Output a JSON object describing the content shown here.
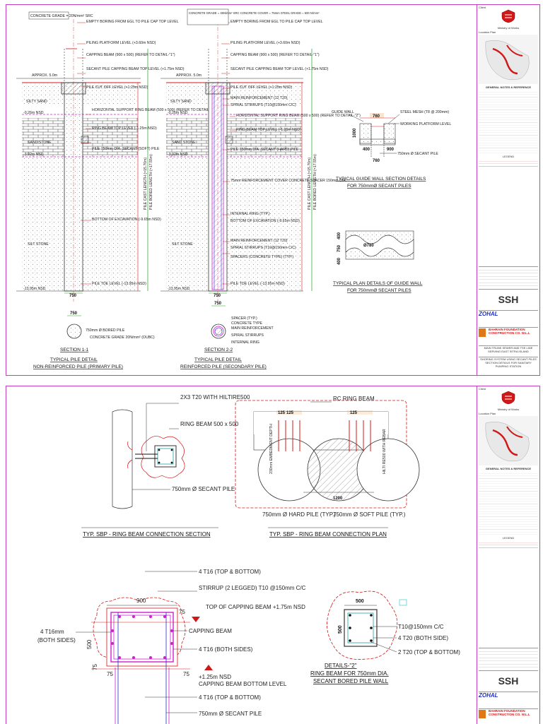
{
  "sheet1": {
    "sec11": {
      "concrete_grade_box": "CONCRETE GRADE = 20N/mm² SRC",
      "labels": [
        "EMPTY BORING FROM EGL TO PILE CAP TOP LEVEL",
        "PILING PLATFORM LEVEL (+3.60m NSD)",
        "CAPPING BEAM (900 x 500) (REFER TO DETAIL-\"1\")",
        "SECANT PILE CAPPING BEAM TOP LEVEL (+1.75m NSD)",
        "PILE CUT OFF LEVEL (+1.25m NSD)",
        "HORIZONTAL SUPPORT RING BEAM (500 x 500) (REFER TO DETAIL-\"2\")",
        "RING BEAM TOP LEVEL (-1.25m NSD)",
        "PILE 750mm DIA. SECANT (SOFT) PILE",
        "BOTTOM OF EXCAVATION (-9.65m NSD)",
        "PILE TOE LEVEL (-13.95m NSD)"
      ],
      "soil": [
        "APPROX. 5.0m",
        "SILTY SAND",
        "-0.26m NSD",
        "SAND STONE",
        "-3.92m NSD",
        "SILT STONE",
        "-13.95m NSD"
      ],
      "vertical_dims": [
        "PILE CAST LENGTH (=15.70m)",
        "PILE BORED LENGTH (=17.55m)"
      ],
      "dim_750": "750",
      "plan_dim": "750",
      "plan_labels": [
        "750mm Ø BORED PILE",
        "CONCRETE GRADE 20N/mm² (OUBC)"
      ],
      "section": "SECTION 1-1",
      "title1": "TYPICAL PILE DETAIL",
      "title2": "NON-REINFORCED PILE (PRIMARY PILE)"
    },
    "sec22": {
      "concrete_grade_box": "CONCRETE GRADE = 45N/mm² SRC CONCRETE COVER = 75mm STEEL GRADE = 500 N/mm²",
      "labels": [
        "EMPTY BORING FROM EGL TO PILE CAP TOP LEVEL",
        "PILING PLATFORM LEVEL (+3.60m NSD)",
        "CAPPING BEAM (900 x 500) (REFER TO DETAIL-\"1\")",
        "SECANT PILE CAPPING BEAM TOP LEVEL (+1.75m NSD)",
        "PILE CUT OFF LEVEL (+1.25m NSD)",
        "MAIN REINFORCEMENT (12 T20)",
        "SPIRAL STIRRUPS (T10@150mm C/C)",
        "HORIZONTAL SUPPORT RING BEAM (500 x 500) (REFER TO DETAIL-\"2\")",
        "RING BEAM TOP LEVEL (-1.25m NSD)",
        "PILE 750mm DIA. SECANT (HARD) PILE",
        "75mm REINFORCEMENT COVER CONCRETE SPACER 150mm DIA.",
        "INTERNAL RING (TYP.)",
        "BOTTOM OF EXCAVATION (-9.65m NSD)",
        "MAIN REINFORCEMENT (12 T20)",
        "SPIRAL STIRRUPS (T10@150mm C/C)",
        "SPACERS (CONCRETE TYPE) (TYP.)",
        "PILE TOE LEVEL (-13.95m NSD)"
      ],
      "soil": [
        "APPROX. 5.0m",
        "SILTY SAND",
        "-0.26m NSD",
        "SAND STONE",
        "-3.92m NSD",
        "SILT STONE",
        "-13.95m NSD"
      ],
      "vertical_dims": [
        "PILE CAST LENGTH (=15.70m)",
        "PILE BORED LENGTH (=17.55m)"
      ],
      "dim_750": "750",
      "plan_dim": "750",
      "plan_labels": [
        "SPACER (TYP.)",
        "CONCRETE TYPE",
        "MAIN REINFORCEMENT",
        "SPIRAL STIRRUPS",
        "INTERNAL RING"
      ],
      "section": "SECTION 2-2",
      "title1": "TYPICAL PILE DETAIL",
      "title2": "REINFORCED PILE (SECONDARY PILE)"
    },
    "guide": {
      "labels": [
        "GUIDE WALL",
        "STEEL MESH (T8 @ 200mm)",
        "WORKING PLATFORM LEVEL",
        "750mm Ø SECANT PILE"
      ],
      "dims": [
        "760",
        "1000",
        "400",
        "900",
        "760"
      ],
      "title1": "TYPICAL GUIDE WALL SECTION DETAILS",
      "title2": "FOR 750mmØ SECANT PILES",
      "plan_dims": [
        "Ø780",
        "400",
        "750",
        "400"
      ],
      "plan_title1": "TYPICAL PLAN DETAILS OF GUIDE WALL",
      "plan_title2": "FOR 750mmØ SECANT PILES"
    }
  },
  "sheet2": {
    "conn_section": {
      "labels": [
        "2X3 T20 WITH HILTIRE500",
        "RING BEAM 500 x 500",
        "750mm Ø SECANT PILE"
      ],
      "title": "TYP. SBP - RING BEAM CONNECTION SECTION"
    },
    "conn_plan": {
      "labels": [
        "RC RING BEAM",
        "750mm Ø HARD PILE (TYP.)",
        "750mm Ø SOFT PILE (TYP.)",
        "HILTI RE500 WITH REBAR",
        "230mm EMBEDMENT DEPTH"
      ],
      "dims": [
        "125",
        "125",
        "125",
        "1200"
      ],
      "title": "TYP. SBP - RING BEAM CONNECTION PLAN"
    },
    "cap_detail": {
      "labels": [
        "4 T16 (TOP & BOTTOM)",
        "STIRRUP (2 LEGGED) T10 @150mm C/C",
        "TOP OF CAPPING BEAM +1.75m NSD",
        "CAPPING BEAM",
        "4 T16 (BOTH SIDES)",
        "+1.25m NSD",
        "CAPPING BEAM BOTTOM LEVEL",
        "4 T16 (TOP & BOTTOM)",
        "750mm Ø SECANT PILE",
        "4 T16mm",
        "(BOTH SIDES)"
      ],
      "dims": [
        "900",
        "75",
        "500",
        "75",
        "75",
        "75"
      ]
    },
    "detail2": {
      "dims": [
        "500",
        "500"
      ],
      "labels": [
        "T10@150mm C/C",
        "4 T20 (BOTH SIDE)",
        "2 T20 (TOP & BOTTOM)"
      ],
      "title1": "DETAILS-\"2\"",
      "title2": "RING BEAM FOR 750mm DIA.",
      "title3": "SECANT BORED PILE WALL"
    }
  },
  "title_block": {
    "client": "Client",
    "ministry": "Ministry of Works",
    "location_plan": "Location Plan",
    "notes_title": "GENERAL NOTES & REFERENCE DRAWINGS",
    "legend": "LEGEND",
    "consultant": "SSH",
    "contractor1": "ZOHAL",
    "contractor2": "BAHRAIN FOUNDATION CONSTRUCTION CO. W.L.L",
    "project": "MAIN TRUNK SEWER AND TSE LINE SERVING EAST SITRA ISLAND",
    "drawing_title": "SHORING SYSTEM USING SECANT PILES SECTION DETAILS FOR SANITARY PUMPING STATION"
  },
  "colors": {
    "border": "#c040c0",
    "red": "#d01818",
    "green": "#20a020",
    "magenta": "#d020d0",
    "blue": "#2030c0",
    "cyan": "#20a0a0",
    "orange": "#e07818"
  }
}
